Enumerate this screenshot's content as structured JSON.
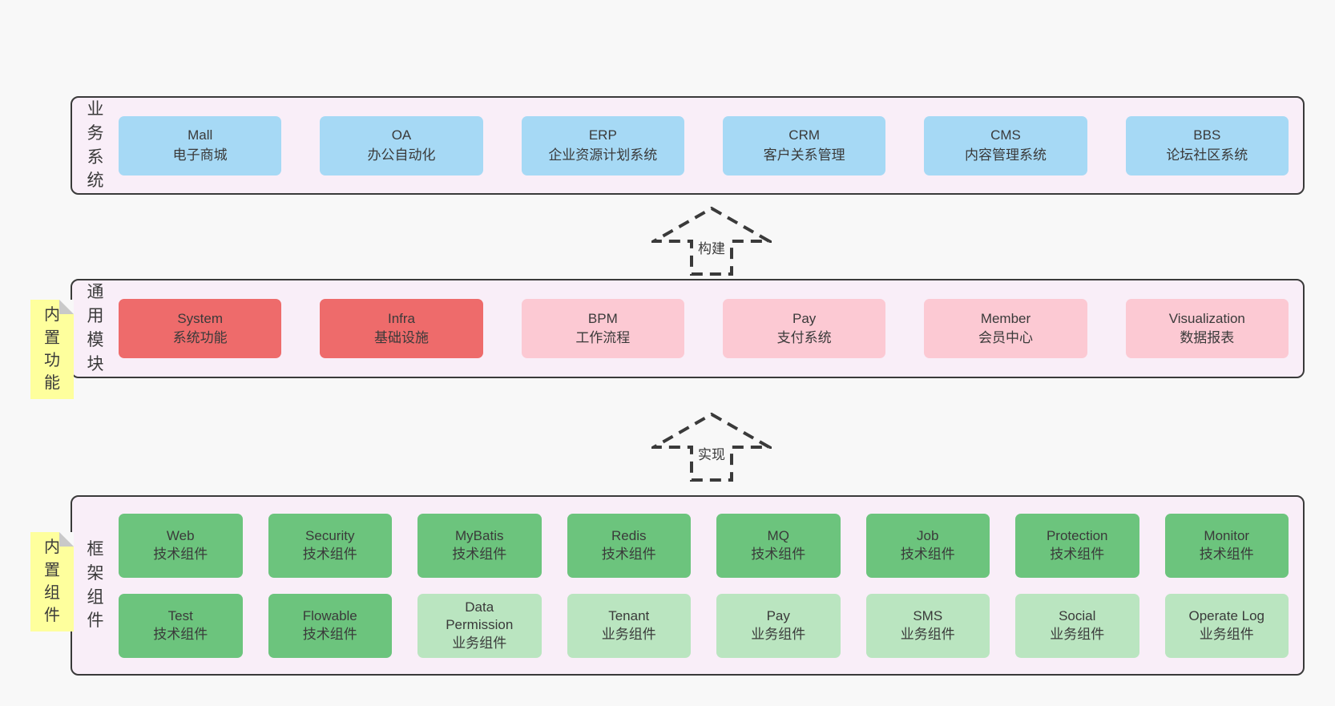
{
  "colors": {
    "page-bg": "#f8f8f8",
    "panel-bg": "#f9eef8",
    "panel-border": "#3a3a3a",
    "text": "#3a3a3a",
    "blue": "#a6d9f5",
    "red": "#ee6b6b",
    "pink": "#fcc9d3",
    "green": "#6cc47d",
    "lightgreen": "#bae5c0",
    "note-bg": "#feff9d",
    "note-fold": "#c9c9c9"
  },
  "layers": [
    {
      "label": "业务系统",
      "boxes": [
        {
          "en": "Mall",
          "zh": "电子商城"
        },
        {
          "en": "OA",
          "zh": "办公自动化"
        },
        {
          "en": "ERP",
          "zh": "企业资源计划系统"
        },
        {
          "en": "CRM",
          "zh": "客户关系管理"
        },
        {
          "en": "CMS",
          "zh": "内容管理系统"
        },
        {
          "en": "BBS",
          "zh": "论坛社区系统"
        }
      ]
    },
    {
      "label": "通用模块",
      "note": "内置功能",
      "boxes": [
        {
          "en": "System",
          "zh": "系统功能"
        },
        {
          "en": "Infra",
          "zh": "基础设施"
        },
        {
          "en": "BPM",
          "zh": "工作流程"
        },
        {
          "en": "Pay",
          "zh": "支付系统"
        },
        {
          "en": "Member",
          "zh": "会员中心"
        },
        {
          "en": "Visualization",
          "zh": "数据报表"
        }
      ]
    },
    {
      "label": "框架组件",
      "note": "内置组件",
      "rows": [
        [
          {
            "en": "Web",
            "zh": "技术组件"
          },
          {
            "en": "Security",
            "zh": "技术组件"
          },
          {
            "en": "MyBatis",
            "zh": "技术组件"
          },
          {
            "en": "Redis",
            "zh": "技术组件"
          },
          {
            "en": "MQ",
            "zh": "技术组件"
          },
          {
            "en": "Job",
            "zh": "技术组件"
          },
          {
            "en": "Protection",
            "zh": "技术组件"
          },
          {
            "en": "Monitor",
            "zh": "技术组件"
          }
        ],
        [
          {
            "en": "Test",
            "zh": "技术组件"
          },
          {
            "en": "Flowable",
            "zh": "技术组件"
          },
          {
            "en": "Data Permission",
            "zh": "业务组件"
          },
          {
            "en": "Tenant",
            "zh": "业务组件"
          },
          {
            "en": "Pay",
            "zh": "业务组件"
          },
          {
            "en": "SMS",
            "zh": "业务组件"
          },
          {
            "en": "Social",
            "zh": "业务组件"
          },
          {
            "en": "Operate Log",
            "zh": "业务组件"
          }
        ]
      ]
    }
  ],
  "arrows": [
    {
      "label": "构建"
    },
    {
      "label": "实现"
    }
  ]
}
